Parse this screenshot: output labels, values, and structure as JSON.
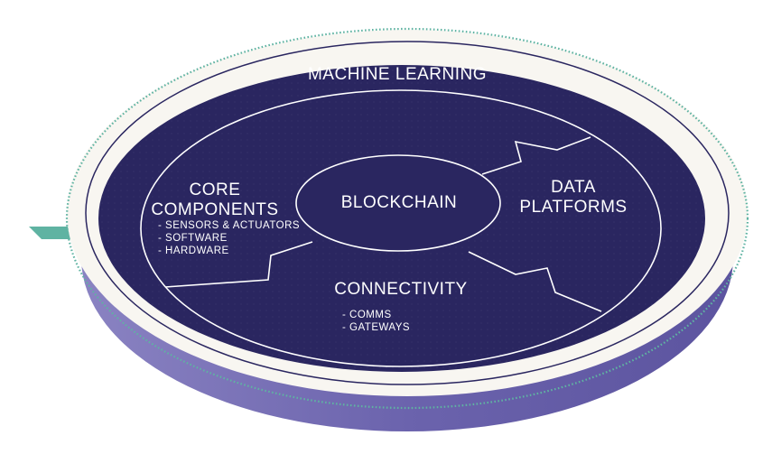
{
  "outer_ring": {
    "label": "MACHINE LEARNING"
  },
  "center": {
    "label": "BLOCKCHAIN"
  },
  "sections": [
    {
      "id": "core-components",
      "title_lines": [
        "CORE",
        "COMPONENTS"
      ],
      "items": [
        "SENSORS & ACTUATORS",
        "SOFTWARE",
        "HARDWARE"
      ]
    },
    {
      "id": "data-platforms",
      "title_lines": [
        "DATA",
        "PLATFORMS"
      ],
      "items": []
    },
    {
      "id": "connectivity",
      "title_lines": [
        "CONNECTIVITY"
      ],
      "items": [
        "COMMS",
        "GATEWAYS"
      ]
    }
  ],
  "colors": {
    "disc_navy": "#2a2660",
    "disc_side": "#6b63ad",
    "disc_side_light": "#8a83c2",
    "cream_ring": "#f8f6f1",
    "teal_accent": "#5fb3a2",
    "line_white": "#ffffff"
  }
}
